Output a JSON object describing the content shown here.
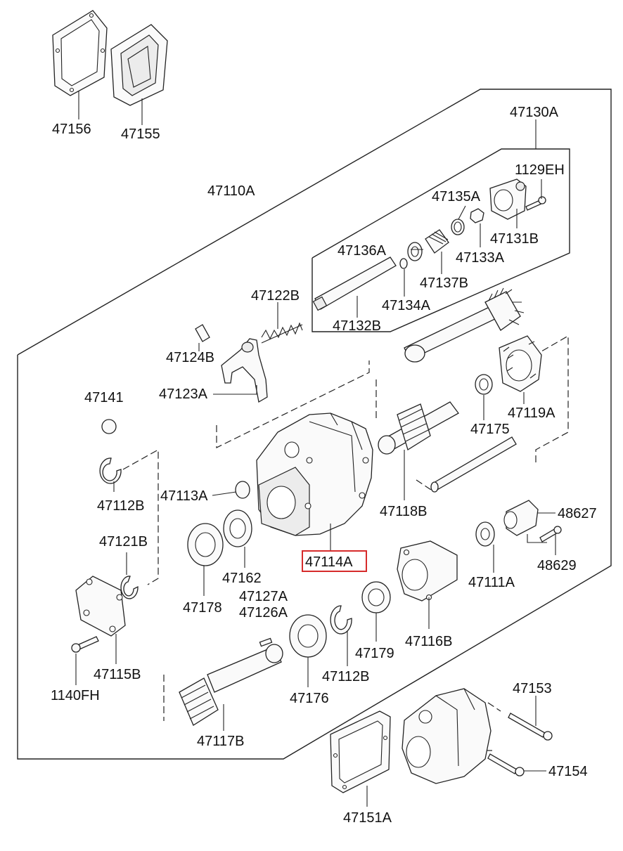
{
  "diagram": {
    "highlight_color": "#d62b2b",
    "highlighted_part": "47114A",
    "labels": {
      "p47156": "47156",
      "p47155": "47155",
      "p47110A": "47110A",
      "p47130A": "47130A",
      "p1129EH": "1129EH",
      "p47135A": "47135A",
      "p47131B": "47131B",
      "p47136A": "47136A",
      "p47133A": "47133A",
      "p47137B": "47137B",
      "p47134A": "47134A",
      "p47132B": "47132B",
      "p47122B": "47122B",
      "p47124B": "47124B",
      "p47123A": "47123A",
      "p47141": "47141",
      "p47175": "47175",
      "p47119A": "47119A",
      "p47112B_left": "47112B",
      "p47113A": "47113A",
      "p47118B": "47118B",
      "p48627": "48627",
      "p47121B": "47121B",
      "p47162": "47162",
      "p47114A": "47114A",
      "p47111A": "47111A",
      "p48629": "48629",
      "p47178": "47178",
      "p47127A": "47127A",
      "p47126A": "47126A",
      "p47116B": "47116B",
      "p47179": "47179",
      "p47115B": "47115B",
      "p1140FH": "1140FH",
      "p47112B_bottom": "47112B",
      "p47176": "47176",
      "p47153": "47153",
      "p47117B": "47117B",
      "p47154": "47154",
      "p47151A": "47151A"
    }
  }
}
